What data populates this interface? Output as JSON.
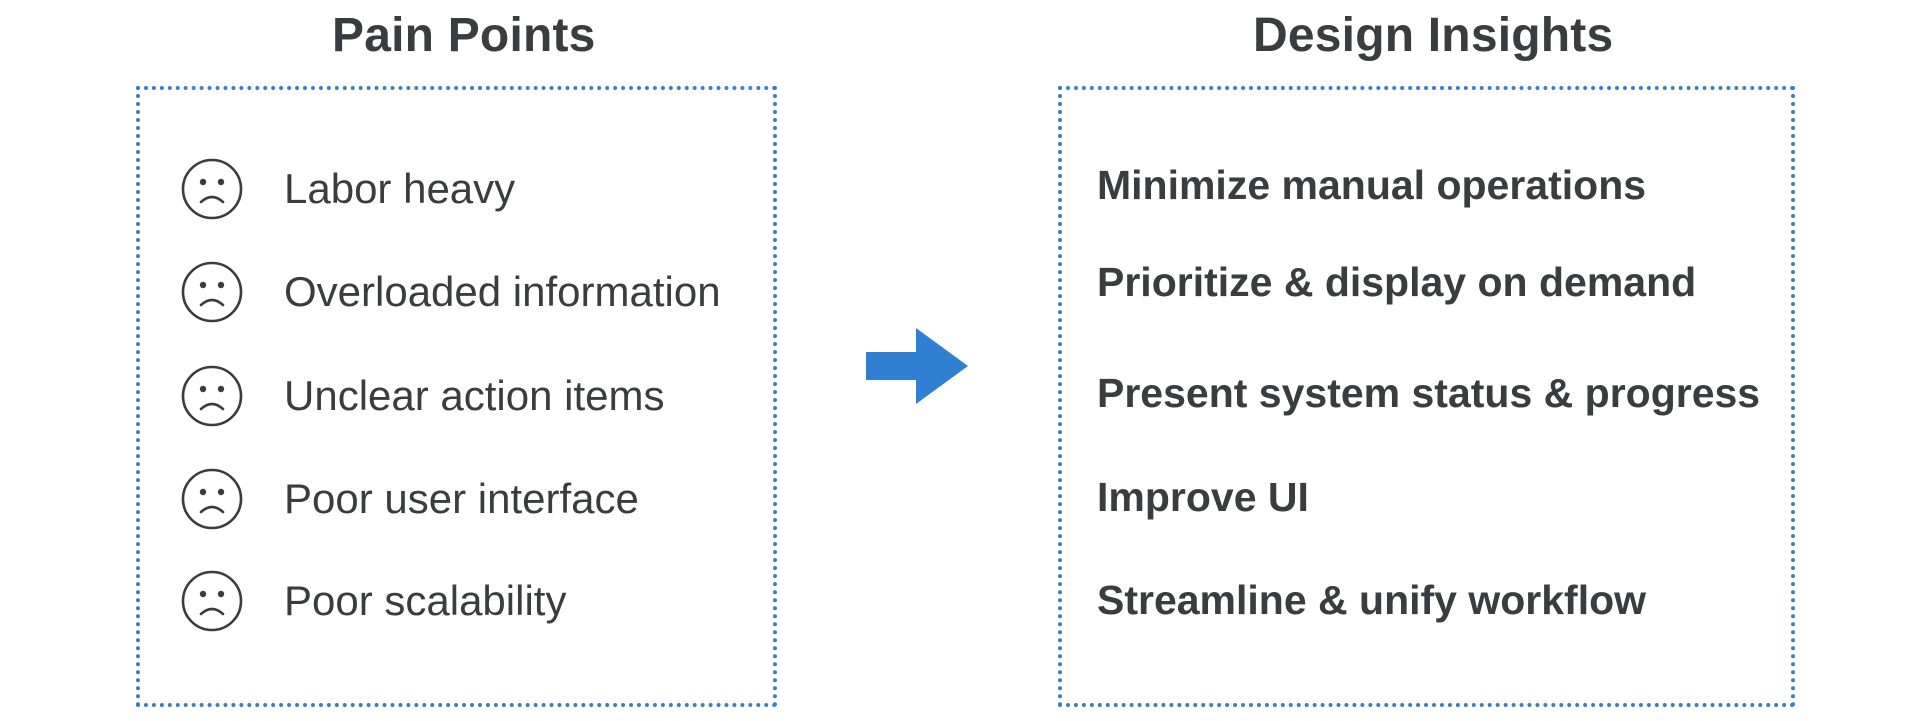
{
  "pain_points": {
    "title": "Pain Points",
    "items": [
      {
        "label": "Labor heavy",
        "icon": "frown-face-icon"
      },
      {
        "label": "Overloaded information",
        "icon": "frown-face-icon"
      },
      {
        "label": "Unclear action items",
        "icon": "frown-face-icon"
      },
      {
        "label": "Poor user interface",
        "icon": "frown-face-icon"
      },
      {
        "label": "Poor scalability",
        "icon": "frown-face-icon"
      }
    ]
  },
  "design_insights": {
    "title": "Design Insights",
    "items": [
      "Minimize manual operations",
      "Prioritize & display on demand",
      "Present system status & progress",
      "Improve UI",
      "Streamline & unify workflow"
    ]
  },
  "connector": {
    "icon": "right-arrow-icon"
  },
  "colors": {
    "text": "#3b3c40",
    "box_border": "#3a7fc1",
    "arrow": "#2f80d3"
  }
}
